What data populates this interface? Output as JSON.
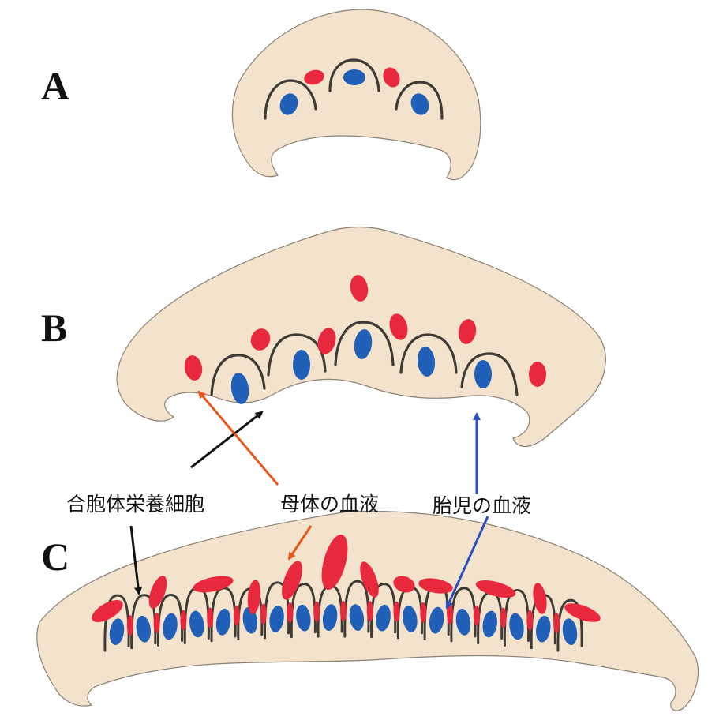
{
  "panels": [
    {
      "letter": "A"
    },
    {
      "letter": "B"
    },
    {
      "letter": "C"
    }
  ],
  "labels": {
    "syncytiotrophoblast": "合胞体栄養細胞",
    "maternal_blood": "母体の血液",
    "fetal_blood": "胎児の血液"
  },
  "colors": {
    "tissue": "#f4e3cc",
    "tissue_edge": "#8a8277",
    "maternal_blood": "#e8283c",
    "fetal_blood": "#2060b8",
    "trophoblast_line": "#3e3a36",
    "arrow_black": "#111111",
    "arrow_orange": "#e8581c",
    "arrow_blue": "#2a50c0"
  }
}
